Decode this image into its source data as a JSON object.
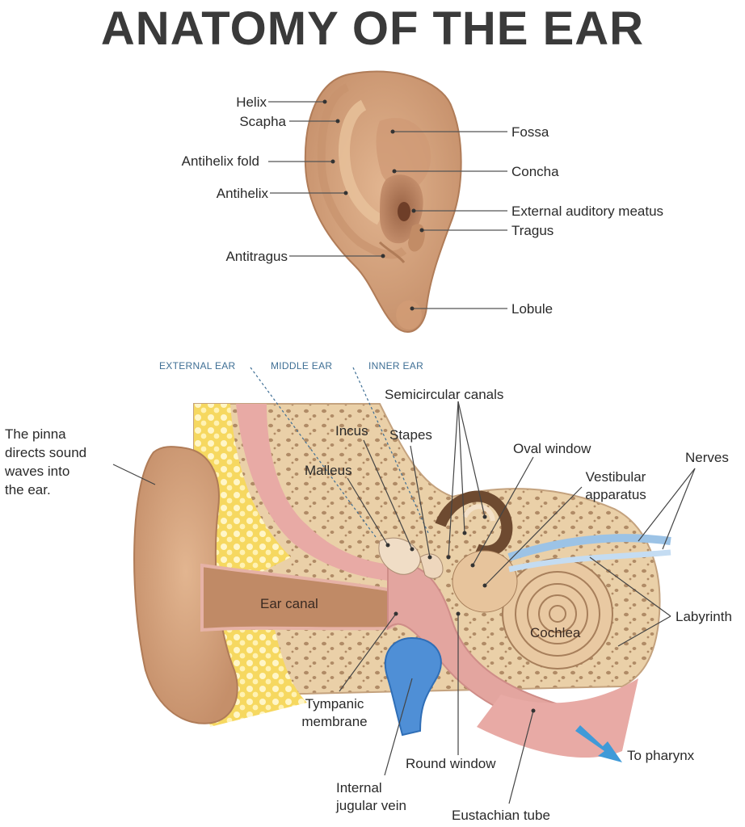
{
  "title": "ANATOMY OF THE EAR",
  "outer_ear_labels": {
    "helix": "Helix",
    "scapha": "Scapha",
    "antihelix_fold": "Antihelix fold",
    "antihelix": "Antihelix",
    "antitragus": "Antitragus",
    "fossa": "Fossa",
    "concha": "Concha",
    "external_auditory_meatus": "External auditory meatus",
    "tragus": "Tragus",
    "lobule": "Lobule"
  },
  "sections": {
    "external": "EXTERNAL EAR",
    "middle": "MIDDLE EAR",
    "inner": "INNER EAR"
  },
  "cross_section_labels": {
    "pinna_line1": "The pinna",
    "pinna_line2": "directs sound",
    "pinna_line3": "waves into",
    "pinna_line4": "the ear.",
    "semicircular_canals": "Semicircular canals",
    "incus": "Incus",
    "stapes": "Stapes",
    "oval_window": "Oval window",
    "nerves": "Nerves",
    "malleus": "Malleus",
    "vestibular_line1": "Vestibular",
    "vestibular_line2": "apparatus",
    "ear_canal": "Ear canal",
    "cochlea": "Cochlea",
    "labyrinth": "Labyrinth",
    "tympanic_line1": "Tympanic",
    "tympanic_line2": "membrane",
    "round_window": "Round window",
    "to_pharynx": "To pharynx",
    "jugular_line1": "Internal",
    "jugular_line2": "jugular vein",
    "eustachian_tube": "Eustachian tube"
  },
  "colors": {
    "skin": "#d9a882",
    "skin_dark": "#b98463",
    "bone": "#ead0a8",
    "bone_dots": "#a08060",
    "fat": "#f7dc70",
    "tissue_pink": "#e6a9a4",
    "vein_blue": "#4f8fd6",
    "section_text": "#3f6f95"
  }
}
